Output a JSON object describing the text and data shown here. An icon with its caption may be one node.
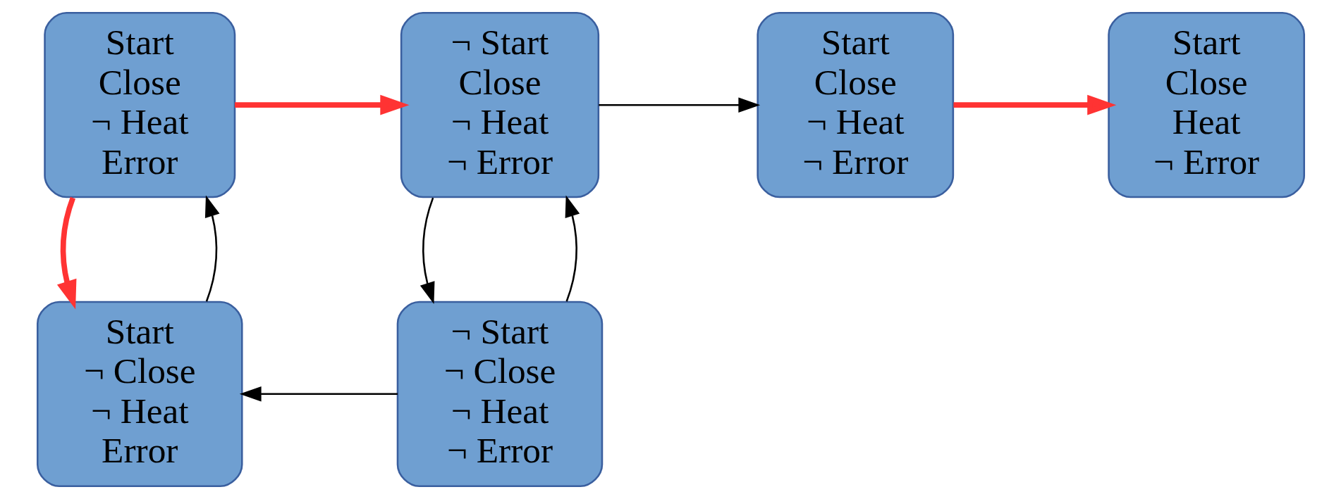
{
  "diagram": {
    "nodes": [
      {
        "text": [
          "Start",
          "¬ Close",
          "¬ Heat",
          "Error"
        ]
      },
      {
        "text": [
          "¬ Start",
          "¬ Close",
          "¬ Heat",
          "¬ Error"
        ]
      },
      {
        "text": [
          "Start",
          "Close",
          "Heat",
          "¬ Error"
        ]
      },
      {
        "text": [
          "Start",
          "Close",
          "¬ Heat",
          "Error"
        ]
      },
      {
        "text": [
          "¬ Start",
          "Close",
          "¬ Heat",
          "¬ Error"
        ]
      },
      {
        "text": [
          "Start",
          "Close",
          "¬ Heat",
          "¬ Error"
        ]
      }
    ],
    "edges": [
      {
        "from": 0,
        "to": 3,
        "arrow": "to"
      },
      {
        "from": 1,
        "to": 0,
        "arrow": "to"
      },
      {
        "from": 3,
        "to": 0,
        "arrow": "to",
        "style": "thick",
        "color": "#ff3333"
      },
      {
        "from": 1,
        "to": 4,
        "arrow": "to"
      },
      {
        "from": 4,
        "to": 1,
        "arrow": "to"
      },
      {
        "from": 3,
        "to": 4,
        "arrow": "to",
        "style": "thick",
        "color": "#ff3333"
      },
      {
        "from": 4,
        "to": 5,
        "arrow": "to"
      },
      {
        "from": 5,
        "to": 2,
        "arrow": "to",
        "style": "thick",
        "color": "#ff3333"
      }
    ]
  }
}
